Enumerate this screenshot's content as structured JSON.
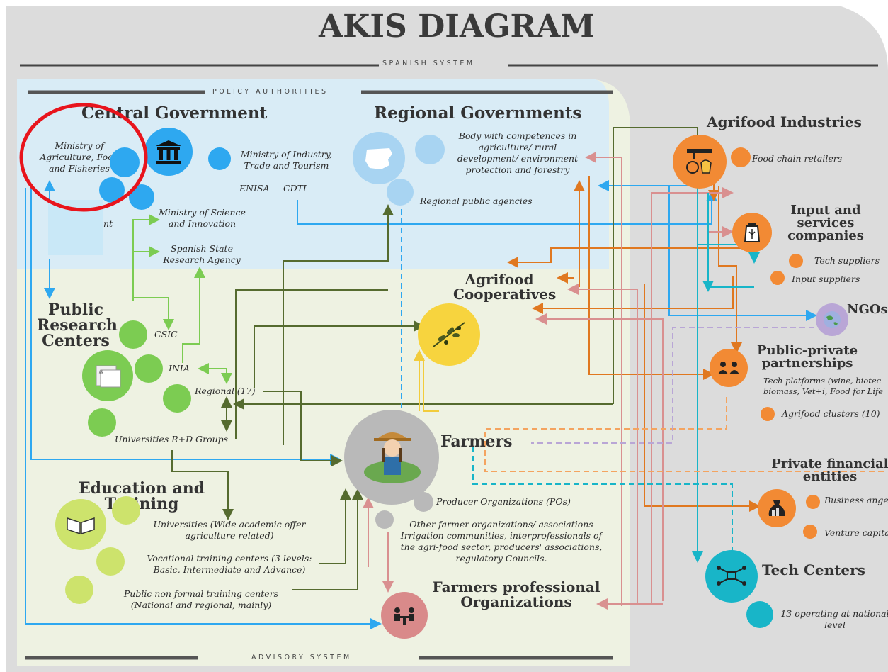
{
  "title": "AKIS DIAGRAM",
  "subtitle": "SPANISH SYSTEM",
  "sections": {
    "policy": "POLICY AUTHORITIES",
    "advisory": "ADVISORY SYSTEM"
  },
  "central_government": {
    "title": "Central Government",
    "ministry_agriculture": "Ministry of Agriculture, Food and Fisheries",
    "ministry_industry": "Ministry of Industry, Trade and Tourism",
    "enisa": "ENISA",
    "cdti": "CDTI",
    "ministry_science": "Ministry of Science and Innovation",
    "research_agency": "Spanish State Research Agency",
    "hidden_fragment": "nt"
  },
  "regional_governments": {
    "title": "Regional Governments",
    "body": "Body with competences in agriculture/ rural development/ environment protection and forestry",
    "agencies": "Regional public agencies"
  },
  "public_research": {
    "title": "Public Research Centers",
    "csic": "CSIC",
    "inia": "INIA",
    "regional": "Regional (17)",
    "universities": "Universities R+D Groups"
  },
  "education": {
    "title": "Education and Training",
    "universities": "Universities (Wide academic offer agriculture related)",
    "vocational": "Vocational training centers (3 levels: Basic, Intermediate and Advance)",
    "non_formal": "Public non formal training centers (National and regional, mainly)"
  },
  "cooperatives": {
    "title": "Agrifood Cooperatives"
  },
  "farmers": {
    "title": "Farmers",
    "pos": "Producer Organizations (POs)",
    "other": "Other farmer organizations/ associations Irrigation communities, interprofessionals of the agri-food sector, producers' associations, regulatory Councils."
  },
  "farmers_prof": {
    "title": "Farmers professional Organizations"
  },
  "agrifood_industries": {
    "title": "Agrifood Industries",
    "retailers": "Food chain retailers"
  },
  "input_services": {
    "title": "Input and services companies",
    "tech": "Tech suppliers",
    "input": "Input suppliers"
  },
  "ngos": {
    "title": "NGOs"
  },
  "ppp": {
    "title": "Public-private partnerships",
    "platforms": "Tech platforms (wine, biotec biomass, Vet+i, Food for Life",
    "clusters": "Agrifood clusters (10)"
  },
  "financial": {
    "title": "Private financial entities",
    "angels": "Business angels",
    "venture": "Venture capital"
  },
  "tech_centers": {
    "title": "Tech Centers",
    "operating": "13 operating at national level"
  },
  "colors": {
    "policy_bg": "#d9ecf6",
    "advisory_bg": "#eef2e2",
    "outer_bg": "#dcdcdc",
    "blue": "#2ea8f0",
    "green_dark": "#556b2f",
    "green_light": "#7ccc52",
    "orange": "#e07820",
    "pink": "#d99090",
    "teal": "#18b5c8",
    "lilac": "#b9a6d6",
    "red_circle": "#e8141c"
  }
}
